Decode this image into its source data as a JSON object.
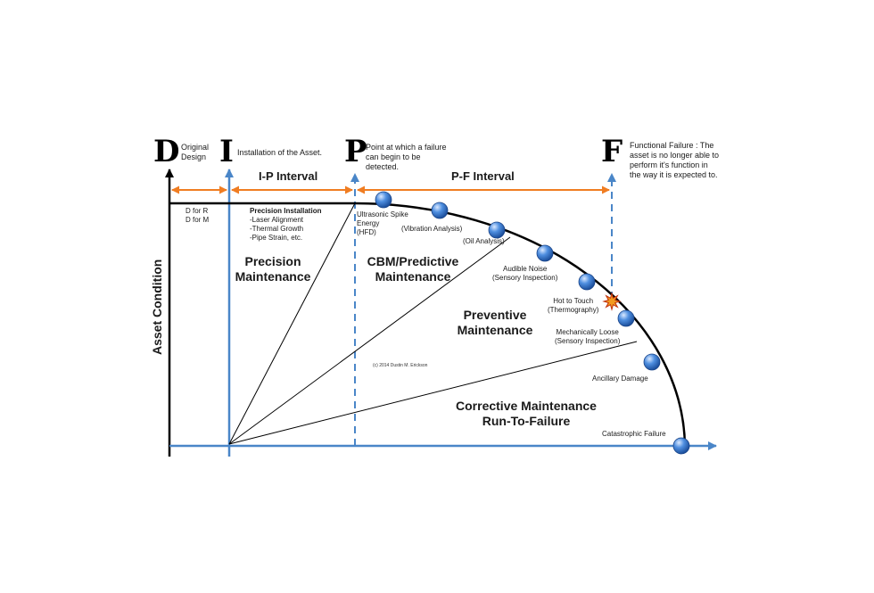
{
  "markers": {
    "d": {
      "letter": "D",
      "note": "Original\nDesign"
    },
    "i": {
      "letter": "I",
      "note": "Installation of the Asset."
    },
    "p": {
      "letter": "P",
      "note": "Point at which a failure\ncan begin to be\ndetected."
    },
    "f": {
      "letter": "F",
      "note": "Functional Failure : The\nasset is no longer able to\nperform it's function in\nthe way it is expected to."
    }
  },
  "intervals": {
    "ip": "I-P Interval",
    "pf": "P-F Interval"
  },
  "y_axis_label": "Asset Condition",
  "design_note": "D for R\nD for M",
  "precision_list": {
    "title": "Precision Installation",
    "items": [
      "-Laser Alignment",
      "-Thermal Growth",
      "-Pipe Strain, etc."
    ]
  },
  "regions": {
    "precision": "Precision\nMaintenance",
    "cbm": "CBM/Predictive\nMaintenance",
    "preventive": "Preventive\nMaintenance",
    "corrective": "Corrective Maintenance\nRun-To-Failure"
  },
  "curve_points": [
    {
      "label": "Ultrasonic Spike\nEnergy\n(HFD)"
    },
    {
      "label": "(Vibration Analysis)"
    },
    {
      "label": "(Oil Analysis)"
    },
    {
      "label": "Audible Noise\n(Sensory Inspection)"
    },
    {
      "label": "Hot to Touch\n(Thermography)"
    },
    {
      "label": "Mechanically Loose\n(Sensory Inspection)"
    },
    {
      "label": "Ancillary Damage"
    },
    {
      "label": "Catastrophic Failure"
    }
  ],
  "copyright": "(c) 2014 Dustin M. Erickson",
  "colors": {
    "axis_blue": "#4a86c8",
    "interval_orange": "#f07d22",
    "ball_blue": "#2f6fc4",
    "star_orange": "#f29a1f",
    "curve_black": "#000000"
  }
}
